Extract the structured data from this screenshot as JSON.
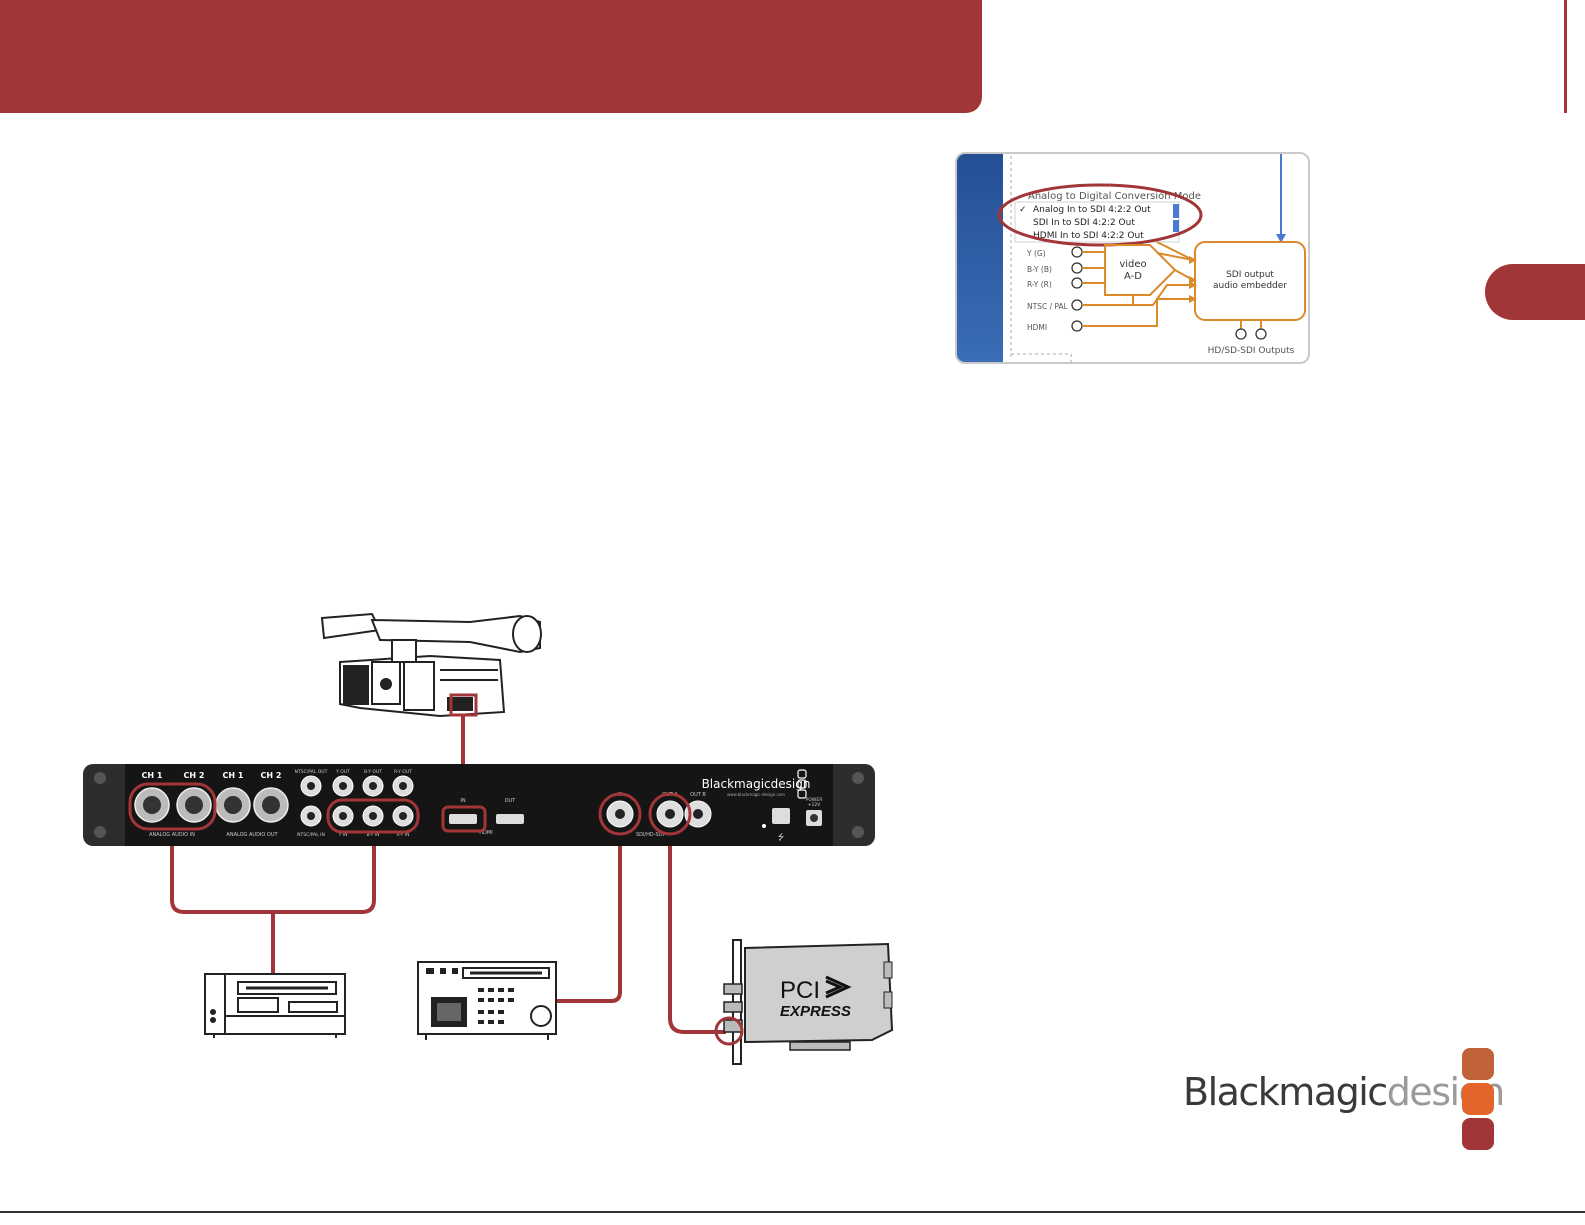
{
  "dialog": {
    "menu_title": "Analog to Digital Conversion Mode",
    "options": [
      {
        "label": "Analog In to SDI 4:2:2 Out",
        "checked": true
      },
      {
        "label": "SDI In to SDI 4:2:2 Out",
        "checked": false
      },
      {
        "label": "HDMI In to SDI 4:2:2 Out",
        "checked": false
      }
    ],
    "check_mark": "✓",
    "inputs": [
      "Y (G)",
      "B-Y (B)",
      "R-Y (R)",
      "NTSC / PAL",
      "HDMI"
    ],
    "converter_label_1": "video",
    "converter_label_2": "A-D",
    "embedder_label_1": "SDI output",
    "embedder_label_2": "audio embedder",
    "outputs_label": "HD/SD-SDI Outputs"
  },
  "rack": {
    "ch1_in": "CH 1",
    "ch2_in": "CH 2",
    "ch1_out": "CH 1",
    "ch2_out": "CH 2",
    "analog_audio_in": "ANALOG AUDIO IN",
    "analog_audio_out": "ANALOG AUDIO OUT",
    "ntsc_pal_out": "NTSC/PAL OUT",
    "y_out": "Y OUT",
    "by_out": "B-Y OUT",
    "ry_out": "R-Y OUT",
    "ntsc_pal_in": "NTSC/PAL IN",
    "y_in": "Y IN",
    "by_in": "B-Y IN",
    "ry_in": "R-Y IN",
    "hdmi_in": "IN",
    "hdmi_out": "OUT",
    "hdmi_label": "HDMI",
    "sdi_in": "IN",
    "sdi_out_a": "OUT A",
    "sdi_out_b": "OUT B",
    "sdi_label": "SDI/HD-SDI",
    "brand": "Blackmagicdesign",
    "url": "www.blackmagic-design.com",
    "power": "POWER",
    "power_v": "+12V"
  },
  "pci_card": {
    "line1": "PCI",
    "line2": "EXPRESS"
  },
  "logo": {
    "bold": "Blackmagic",
    "light": "design",
    "colors": [
      "#c0623a",
      "#e2662b",
      "#a13538"
    ]
  },
  "colors": {
    "banner": "#a13538",
    "cable": "#a13538",
    "diagram_orange": "#d98a2b",
    "dialog_arrow": "#4a7bd0"
  }
}
